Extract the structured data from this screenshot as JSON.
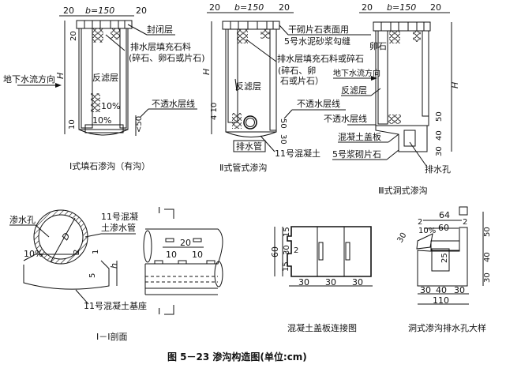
{
  "figure_title": "图 5－23    渗沟构造图(单位:cm)",
  "type1": {
    "caption": "Ⅰ式填石渗沟（有沟）",
    "dim_left": "20",
    "dim_b": "b=150",
    "dim_right": "20",
    "dim_top": "20",
    "dim_H": "H",
    "dim_10": "10",
    "dim_lt50": "<50",
    "label_seal": "封闭层",
    "label_drain": "排水层填充石料",
    "label_drain2": "(碎石、卵石或片石)",
    "label_flow": "地下水流方向",
    "label_filter": "反滤层",
    "slope1": "10%",
    "slope2": "10%",
    "label_impervious": "不透水层线"
  },
  "type2": {
    "caption": "Ⅱ式管式渗沟",
    "dim_left": "20",
    "dim_b": "b=150",
    "dim_right": "20",
    "dim_H": "H",
    "dim_10": "4 10",
    "dim_50": "50",
    "dim_30": "30",
    "label_drysurface": "干砌片石表面用",
    "label_mortar": "5号水泥砂浆勾缝",
    "label_drain": "排水层填充石料或碎石",
    "label_drain2": "(碎石、卵",
    "label_drain3": "石或片石）",
    "label_filter": "反滤层",
    "label_impervious": "不透水层线",
    "label_pipe": "排水管",
    "label_concrete": "11号混凝土"
  },
  "type3": {
    "caption": "Ⅲ式洞式渗沟",
    "dim_left": "20",
    "dim_b": "b=150",
    "dim_right": "20",
    "dim_H": "H",
    "dim_50": "50",
    "dim_40": "40",
    "dim_30": "30",
    "label_pebble": "卵石",
    "label_flow": "地下水流方向",
    "label_filter": "反滤层",
    "label_impervious": "不透水层线",
    "label_cover": "混凝土盖板",
    "label_masonry": "5号浆砌片石",
    "label_hole": "排水孔"
  },
  "section": {
    "caption": "Ⅰ－Ⅰ剖面",
    "label_hole": "渗水孔",
    "label_pipe1": "11号混凝",
    "label_pipe2": "土渗水管",
    "slope": "10%",
    "dim_D": "D",
    "dim_2": "2",
    "dim_1": "1",
    "dim_5": "5",
    "dim_h": "h",
    "label_base": "11号混凝土基座",
    "dim_20": "20",
    "dim_10a": "10",
    "dim_10b": "10",
    "mark_top": "Ⅰ",
    "mark_bottom": "Ⅰ"
  },
  "cover": {
    "caption": "混凝土盖板连接图",
    "dim_60": "60",
    "dim_15a": "15",
    "dim_30": "30",
    "dim_15b": "15",
    "dim_2": "2",
    "dim_w1": "30",
    "dim_w2": "30",
    "dim_w3": "30"
  },
  "detail": {
    "caption": "洞式渗沟排水孔大样",
    "dim_64": "64",
    "dim_60": "60",
    "dim_2a": "2",
    "dim_2b": "2",
    "slope": "10%",
    "dim_30side": "30",
    "dim_25": "25",
    "dim_50": "50",
    "dim_40": "40",
    "dim_30": "30",
    "dim_b30a": "30",
    "dim_b40": "40",
    "dim_b30b": "30",
    "dim_110": "110"
  }
}
